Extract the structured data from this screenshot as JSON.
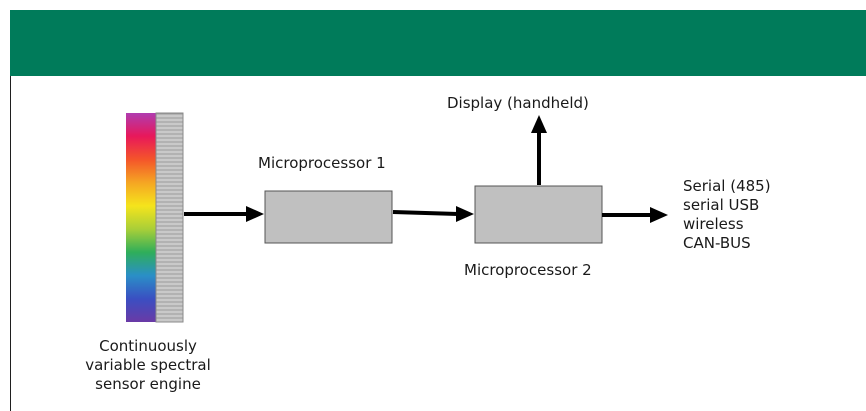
{
  "theme": {
    "header_color": "#007b5a",
    "box_fill": "#c0c0c0",
    "box_stroke": "#555555",
    "arrow_color": "#000000",
    "text_color": "#1a1a1a"
  },
  "diagram": {
    "sensor": {
      "label_lines": [
        "Continuously",
        "variable spectral",
        "sensor engine"
      ],
      "gradient_colors": [
        "#b03cb0",
        "#e8185a",
        "#f4552a",
        "#f5a623",
        "#f5e41c",
        "#a9cf38",
        "#2fae5a",
        "#2a8fc7",
        "#3a4fc2",
        "#6a3aa6"
      ]
    },
    "microprocessor_1": {
      "label": "Microprocessor 1"
    },
    "microprocessor_2": {
      "label": "Microprocessor 2"
    },
    "display": {
      "label": "Display (handheld)"
    },
    "outputs": {
      "lines": [
        "Serial (485)",
        "serial USB",
        "wireless",
        "CAN-BUS"
      ]
    }
  }
}
